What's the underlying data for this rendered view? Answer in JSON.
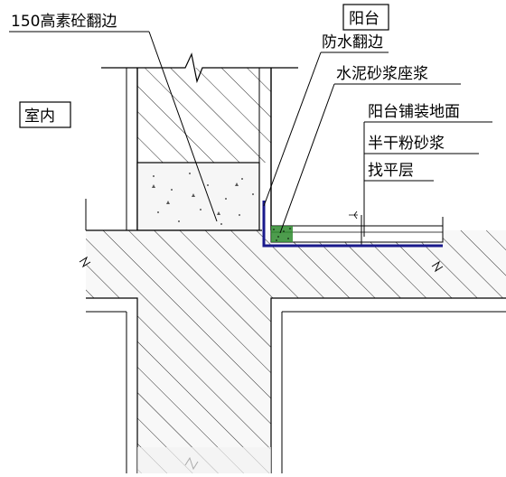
{
  "labels": {
    "upturn": "150高素砼翻边",
    "balcony": "阳台",
    "waterproof": "防水翻边",
    "mortar_bed": "水泥砂浆座浆",
    "indoor": "室内",
    "balcony_paving": "阳台铺装地面",
    "dry_mortar": "半干粉砂浆",
    "leveling": "找平层"
  },
  "colors": {
    "line": "#000000",
    "hatch": "#2a2a2a",
    "waterproof": "#1a1a8c",
    "mortar": "#2e8b2e",
    "background": "#ffffff"
  }
}
